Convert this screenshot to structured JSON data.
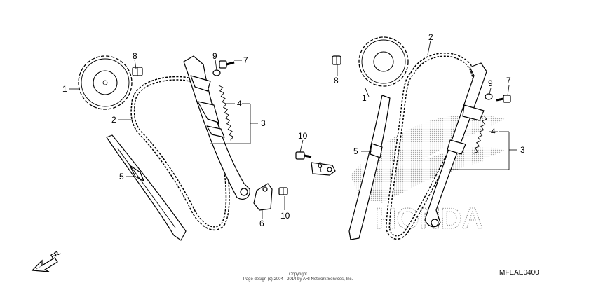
{
  "callouts": {
    "left_1": "1",
    "left_2": "2",
    "left_3": "3",
    "left_4": "4",
    "left_5": "5",
    "left_6": "6",
    "left_7": "7",
    "left_8": "8",
    "left_9": "9",
    "left_10": "10",
    "right_1": "1",
    "right_2": "2",
    "right_3": "3",
    "right_4": "4",
    "right_5": "5",
    "right_6": "6",
    "right_7": "7",
    "right_8": "8",
    "right_9": "9",
    "right_10": "10"
  },
  "direction_marker": "FR.",
  "watermark_brand": "HONDA",
  "diagram_code": "MFEAE0400",
  "footer": {
    "line1": "Copyright",
    "line2": "Page design (c) 2004 - 2014 by ARI Network Services, Inc."
  }
}
